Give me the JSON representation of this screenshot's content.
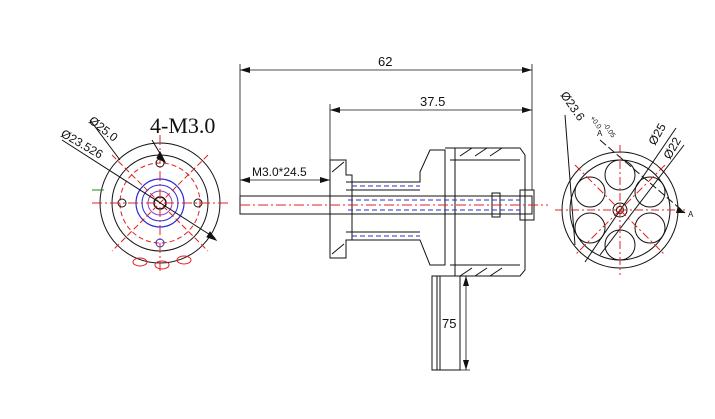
{
  "dimensions": {
    "overall_length": "62",
    "body_length": "37.5",
    "shaft": "M3.0*24.5",
    "lead_length": "75"
  },
  "front_view": {
    "mount_holes": "4-M3.0",
    "bolt_circle": "Ø25.0",
    "mount_dia": "Ø23.526"
  },
  "rear_view": {
    "dia_tol": "Ø23.6",
    "tol_upper": "+0.0",
    "tol_lower": "-0.05",
    "dia_outer": "Ø25",
    "dia_inner": "Ø22",
    "section_mark": "A"
  },
  "colors": {
    "line": "#111111",
    "center": "#e02020",
    "blue": "#2a2ad8",
    "purple": "#8844cc",
    "green": "#1a8a1a"
  }
}
